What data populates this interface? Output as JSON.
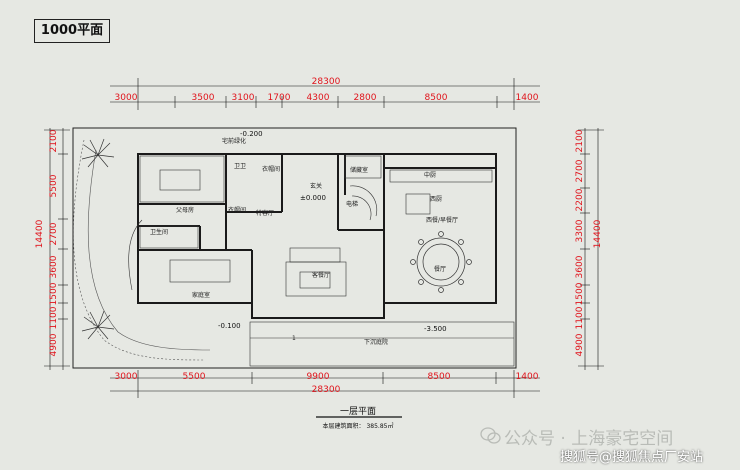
{
  "title": "1000平面",
  "dims_top": {
    "total": "28300",
    "segments": [
      "3000",
      "3500",
      "3100",
      "1700",
      "4300",
      "2800",
      "8500",
      "1400"
    ]
  },
  "dims_bottom": {
    "total": "28300",
    "segments": [
      "3000",
      "5500",
      "9900",
      "8500",
      "1400"
    ]
  },
  "dims_left": {
    "total": "14400",
    "segments": [
      "2100",
      "5500",
      "2700",
      "3600",
      "1500",
      "1100",
      "4900"
    ]
  },
  "dims_right": {
    "total": "14400",
    "segments": [
      "2100",
      "2700",
      "2200",
      "3300",
      "3600",
      "1500",
      "1100",
      "4900"
    ]
  },
  "levels": {
    "entry": "-0.200",
    "foyer": "±0.000",
    "terrace_left": "-0.100",
    "sunken_court": "-3.500"
  },
  "rooms": {
    "front_yard_green": "宅前绿化",
    "parents_room": "父母房",
    "parents_bath": "卫生间",
    "closet": "衣帽间",
    "storage": "衣帽间",
    "foyer": "玄关",
    "guest_room": "特客厅",
    "wine": "储藏室",
    "stair": "电梯",
    "kitchen": "中厨",
    "west_kitchen": "西厨",
    "western_dining": "西餐/早餐厅",
    "family_room": "家庭室",
    "living": "客餐厅",
    "dining": "餐厅",
    "sunken_court": "下沉庭院",
    "toilet": "卫卫",
    "small_label": "1"
  },
  "caption": {
    "title": "一层平面",
    "area": "本层建筑面积： 385.85㎡"
  },
  "watermarks": {
    "public": "公众号 · 上海豪宅空间",
    "sohu": "搜狐号@搜狐焦点厂安站"
  },
  "colors": {
    "background": "#e6e8e3",
    "dimension_red": "#e0141c",
    "wall": "#1a1a1a"
  }
}
